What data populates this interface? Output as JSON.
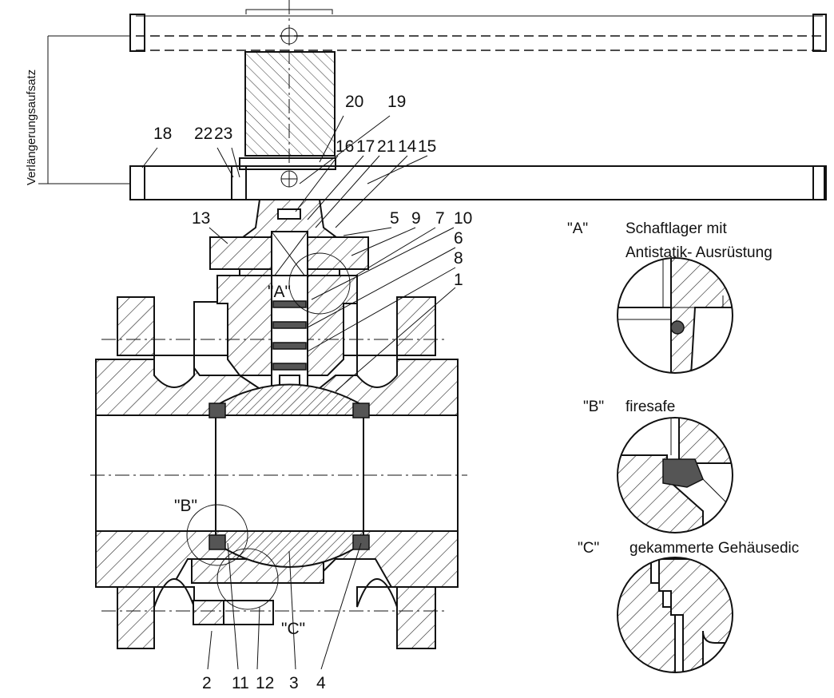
{
  "side_label": "Verlängerungsaufsatz",
  "part_numbers_top": [
    "18",
    "22",
    "23",
    "20",
    "19",
    "16",
    "17",
    "21",
    "14",
    "15"
  ],
  "part_numbers_right": [
    "13",
    "5",
    "9",
    "7",
    "10",
    "6",
    "8",
    "1"
  ],
  "part_numbers_bottom": [
    "2",
    "11",
    "12",
    "3",
    "4"
  ],
  "detail_markers": {
    "a": "\"A\"",
    "b": "\"B\"",
    "c": "\"C\""
  },
  "details": [
    {
      "marker": "\"A\"",
      "line1": "Schaftlager mit",
      "line2": "Antistatik- Ausrüstung"
    },
    {
      "marker": "\"B\"",
      "line1": "firesafe",
      "line2": ""
    },
    {
      "marker": "\"C\"",
      "line1": "gekammerte Gehäusedic",
      "line2": ""
    }
  ]
}
